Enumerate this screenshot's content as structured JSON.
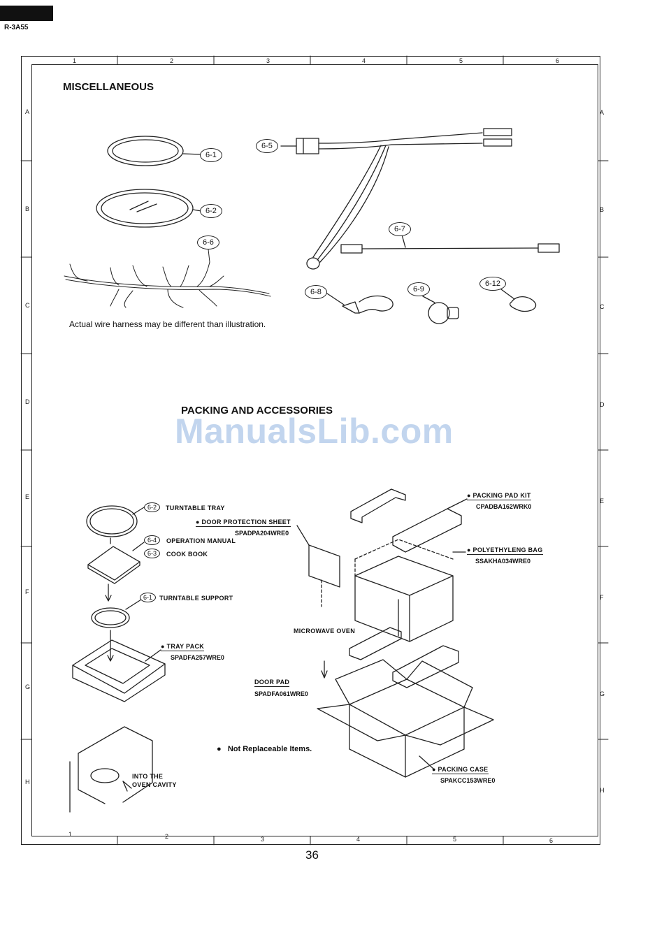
{
  "header": {
    "model": "R-3A55"
  },
  "grid": {
    "cols_top": [
      "1",
      "2",
      "3",
      "4",
      "5",
      "6"
    ],
    "cols_bottom": [
      "1",
      "2",
      "3",
      "4",
      "5",
      "6"
    ],
    "rows": [
      "A",
      "B",
      "C",
      "D",
      "E",
      "F",
      "G",
      "H"
    ]
  },
  "misc": {
    "title": "MISCELLANEOUS",
    "callouts": [
      "6-1",
      "6-2",
      "6-6",
      "6-5",
      "6-7",
      "6-8",
      "6-9",
      "6-12"
    ],
    "note": "Actual wire harness may be different than illustration."
  },
  "packing": {
    "title": "PACKING AND ACCESSORIES",
    "callouts": {
      "turntable_tray": "6-2",
      "operation_manual": "6-4",
      "cook_book": "6-3",
      "turntable_support": "6-1"
    },
    "labels": {
      "turntable_tray": "TURNTABLE TRAY",
      "door_protection_sheet": "DOOR PROTECTION SHEET",
      "door_protection_code": "SPADPA204WRE0",
      "operation_manual": "OPERATION MANUAL",
      "cook_book": "COOK BOOK",
      "turntable_support": "TURNTABLE SUPPORT",
      "tray_pack": "TRAY PACK",
      "tray_pack_code": "SPADFA257WRE0",
      "packing_pad_kit": "PACKING PAD KIT",
      "packing_pad_code": "CPADBA162WRK0",
      "poly_bag": "POLYETHYLENG BAG",
      "poly_bag_code": "SSAKHA034WRE0",
      "microwave_oven": "MICROWAVE OVEN",
      "door_pad": "DOOR PAD",
      "door_pad_code": "SPADFA061WRE0",
      "packing_case": "PACKING CASE",
      "packing_case_code": "SPAKCC153WRE0",
      "into_the": "INTO THE",
      "oven_cavity": "OVEN CAVITY",
      "not_replaceable": "Not Replaceable Items."
    }
  },
  "watermark": "ManualsLib.com",
  "page_number": "36"
}
